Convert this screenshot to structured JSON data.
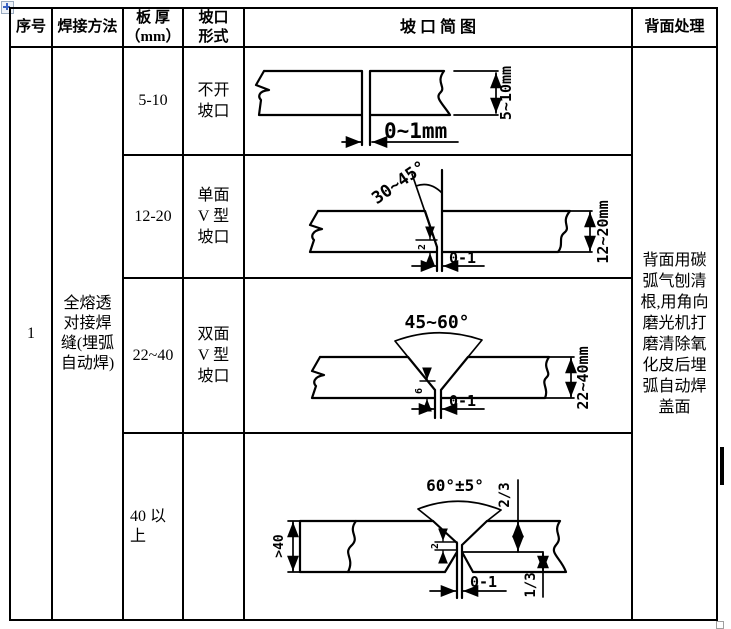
{
  "table": {
    "header": {
      "serial": "序号",
      "method": "焊接方法",
      "thickness": "板 厚\n（mm）",
      "groove_type": "坡口\n形式",
      "diagram": "坡 口 简 图",
      "back_treatment": "背面处理"
    },
    "serial_no": "1",
    "welding_method": "全熔透\n对接焊\n缝(埋弧\n自动焊)",
    "back_treatment": "背面用碳\n弧气刨清\n根,用角向\n磨光机打\n磨清除氧\n化皮后埋\n弧自动焊\n盖面",
    "rows": [
      {
        "plate_thickness": "5-10",
        "groove_type": "不开\n坡口"
      },
      {
        "plate_thickness": "12-20",
        "groove_type": "单面\nV 型\n坡口"
      },
      {
        "plate_thickness": "22~40",
        "groove_type": "双面\nV 型\n坡口"
      },
      {
        "plate_thickness": "40 以\n上",
        "groove_type": ""
      }
    ]
  },
  "diagrams": [
    {
      "type": "no-groove",
      "gap": "0~1mm",
      "thickness": "5~10mm"
    },
    {
      "type": "single-v",
      "angle": "30~45°",
      "root_face": "2",
      "gap": "0-1",
      "thickness": "12~20mm"
    },
    {
      "type": "double-v",
      "angle": "45~60°",
      "root_face": "6",
      "gap": "0-1",
      "thickness": "22~40mm"
    },
    {
      "type": "asymmetric-double-v",
      "angle": "60°±5°",
      "root_face": "2",
      "gap": "0-1",
      "thickness": ">40",
      "upper_depth": "2/3",
      "lower_depth": "1/3"
    }
  ]
}
